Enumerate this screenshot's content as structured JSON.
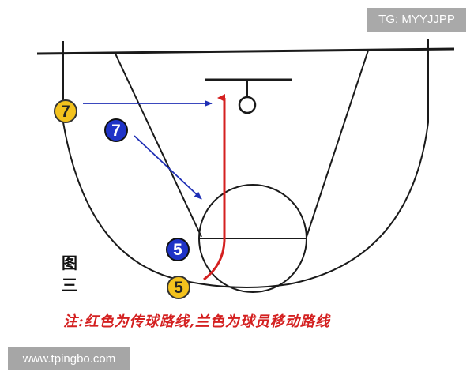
{
  "watermark_top": "TG: MYYJJPP",
  "watermark_bottom": "www.tpingbo.com",
  "figure_label": [
    "图",
    "三"
  ],
  "note": "注:红色为传球路线,兰色为球员移动路线",
  "colors": {
    "pass_route": "#d42020",
    "move_route": "#1f2fb5",
    "court_line": "#1a1a1a",
    "yellow_player": "#f3c21d",
    "blue_player": "#1f33c7"
  },
  "players": [
    {
      "id": "yellow-7",
      "team": "yellow",
      "number": "7"
    },
    {
      "id": "blue-7",
      "team": "blue",
      "number": "7"
    },
    {
      "id": "blue-5",
      "team": "blue",
      "number": "5"
    },
    {
      "id": "yellow-5",
      "team": "yellow",
      "number": "5"
    }
  ],
  "routes": [
    {
      "type": "pass",
      "from": "yellow-5",
      "to": "basket"
    },
    {
      "type": "move",
      "from": "yellow-7",
      "to": "basket"
    },
    {
      "type": "move",
      "from": "blue-7",
      "to": "free-throw-circle"
    }
  ]
}
